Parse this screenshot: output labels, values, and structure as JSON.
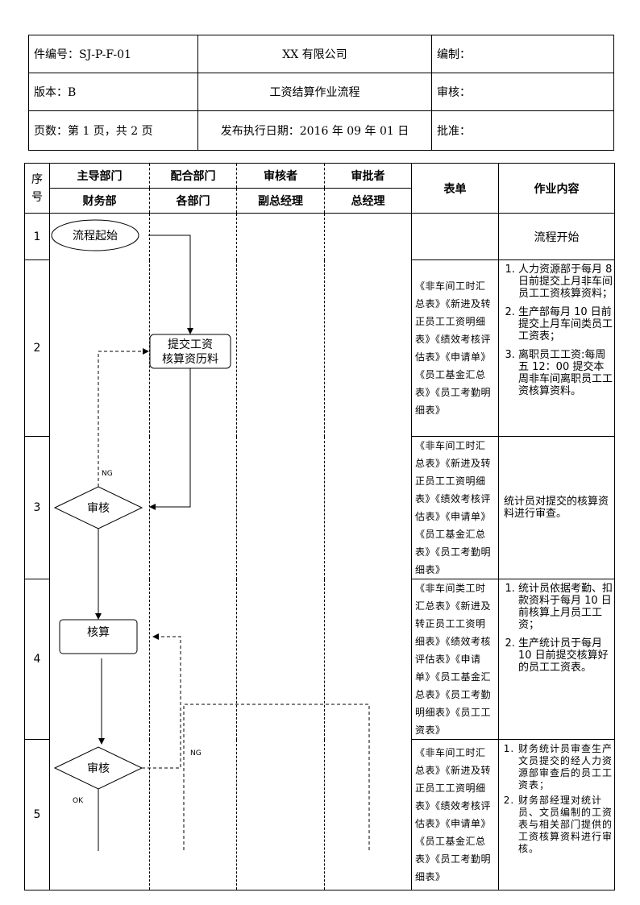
{
  "header": {
    "doc_no": "件编号：SJ-P-F-01",
    "company": "XX 有限公司",
    "compiled": "编制：",
    "version": "版本：B",
    "title": "工资结算作业流程",
    "reviewed": "审核：",
    "pages": "页数：第 1 页，共 2 页",
    "release": "发布执行日期：2016 年 09 年 01 日",
    "approved": "批准："
  },
  "columns": {
    "seq": "序号",
    "lead": "主导部门",
    "lead_sub": "财务部",
    "coop": "配合部门",
    "coop_sub": "各部门",
    "reviewer": "审核者",
    "reviewer_sub": "副总经理",
    "approver": "审批者",
    "approver_sub": "总经理",
    "form": "表单",
    "work": "作业内容"
  },
  "rows": [
    {
      "seq": "1",
      "form": "",
      "work": "流程开始"
    },
    {
      "seq": "2",
      "form": "《非车间工时汇总表》《新进及转正员工工资明细表》《绩效考核评估表》《申请单》《员工基金汇总表》《员工考勤明细表》",
      "work_items": [
        "人力资源部于每月 8 日前提交上月非车间员工工资核算资料；",
        "生产部每月 10 日前提交上月车间类员工工资表；",
        "离职员工工资:每周五 12：00 提交本周非车间离职员工工资核算资料。"
      ]
    },
    {
      "seq": "3",
      "form": "《非车间工时汇总表》《新进及转正员工工资明细表》《绩效考核评估表》《申请单》《员工基金汇总表》《员工考勤明细表》",
      "work": "统计员对提交的核算资料进行审查。"
    },
    {
      "seq": "4",
      "form": "《非车间类工时汇总表》《新进及转正员工工资明细表》《绩效考核评估表》《申请单》《员工基金汇总表》《员工考勤明细表》《员工工资表》",
      "work_items": [
        "统计员依据考勤、扣款资料于每月 10 日前核算上月员工工资；",
        "生产统计员于每月 10 日前提交核算好的员工工资表。"
      ]
    },
    {
      "seq": "5",
      "form": "《非车间工时汇总表》《新进及转正员工工资明细表》《绩效考核评估表》《申请单》《员工基金汇总表》《员工考勤明细表》",
      "work_items": [
        "财务统计员审查生产文员提交的经人力资源部审查后的员工工资表；",
        "财务部经理对统计员、文员编制的工资表与相关部门提供的工资核算资料进行审核。"
      ]
    }
  ],
  "flow": {
    "start": "流程起始",
    "submit_line1": "提交工资",
    "submit_line2": "核算资历料",
    "review1": "审核",
    "calc": "核算",
    "review2": "审核",
    "ng1": "NG",
    "ng2": "NG",
    "ok": "OK"
  }
}
